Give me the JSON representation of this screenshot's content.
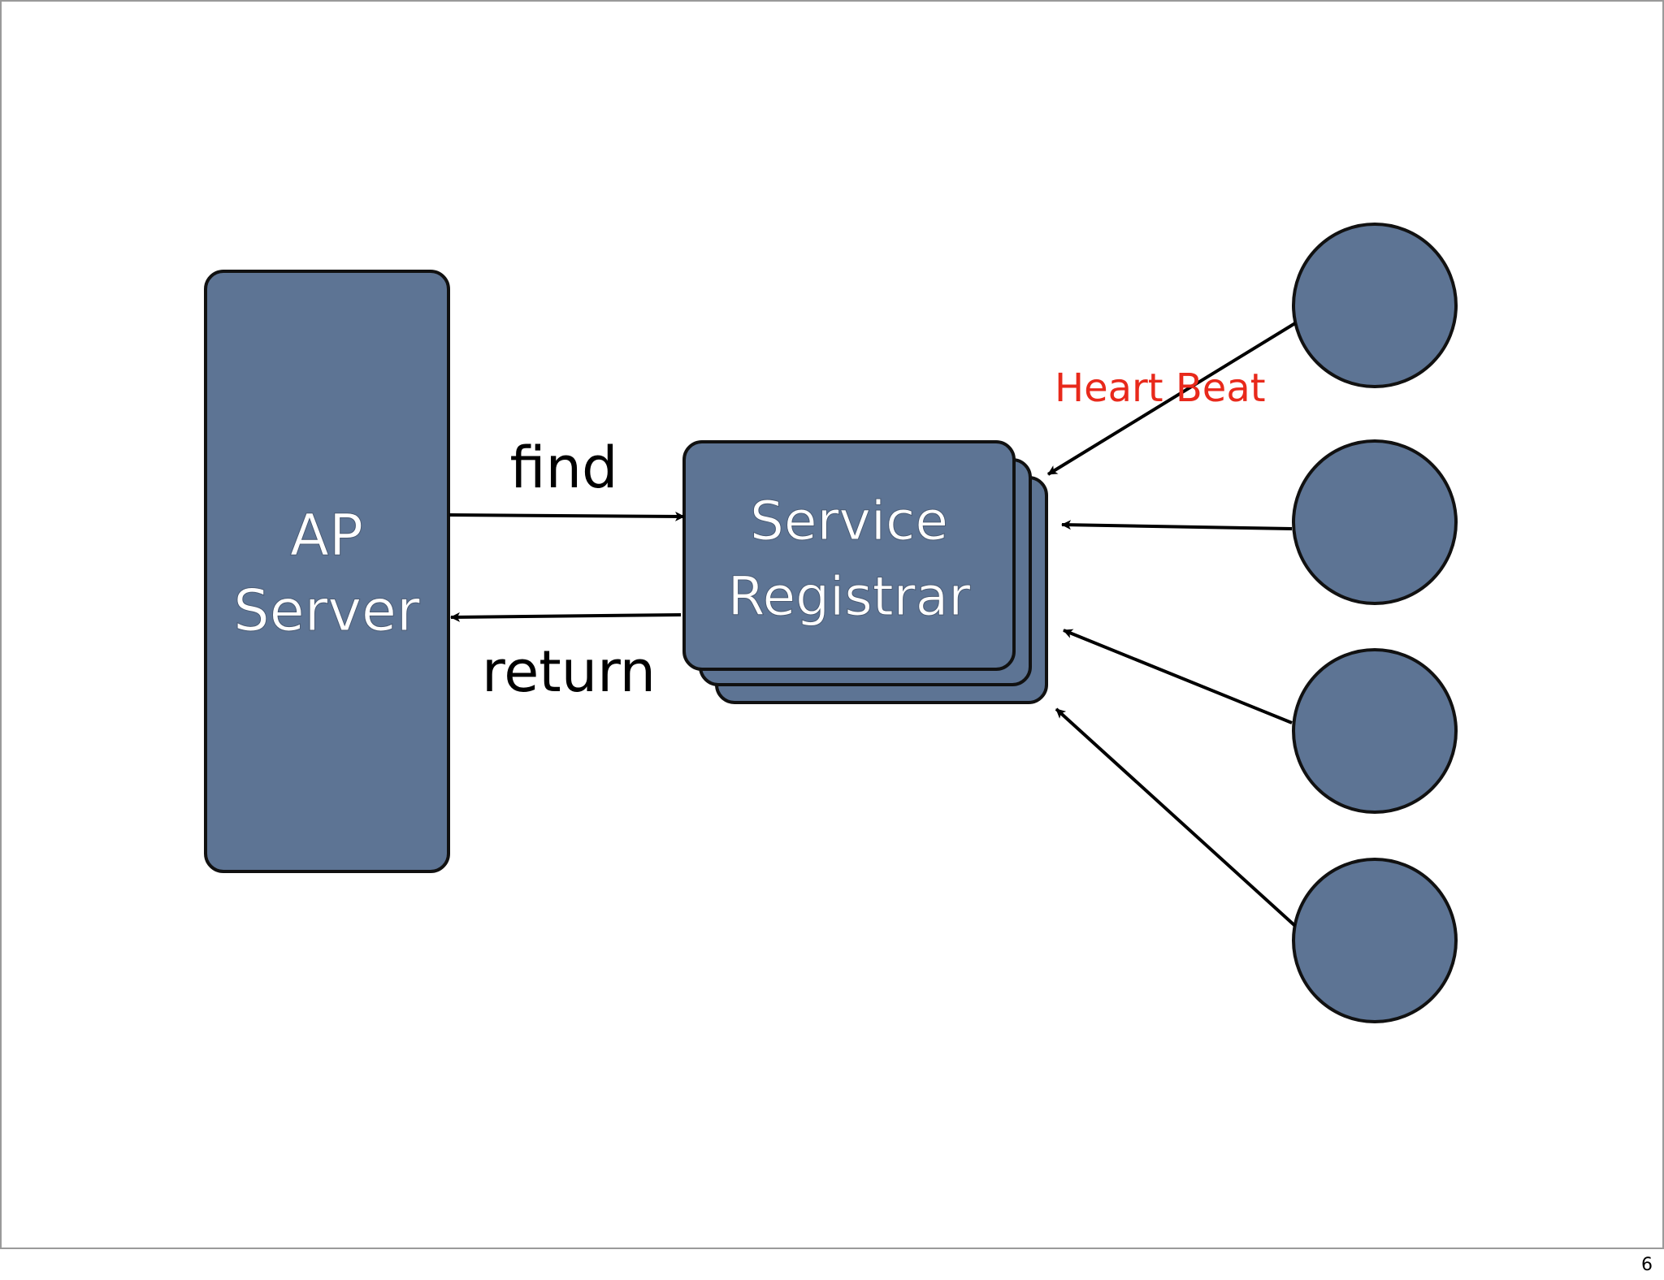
{
  "diagram": {
    "nodes": {
      "ap_server": {
        "line1": "AP",
        "line2": "Server"
      },
      "registrar": {
        "line1": "Service",
        "line2": "Registrar"
      },
      "services": [
        "",
        "",
        "",
        ""
      ]
    },
    "edges": {
      "find": "find",
      "return": "return",
      "heartbeat": "Heart Beat"
    }
  },
  "page_number": "6",
  "colors": {
    "node_fill": "#5d7494",
    "node_stroke": "#111111",
    "node_label": "#ffffff",
    "heartbeat_label": "#e8291b",
    "arrow": "#000000",
    "frame": "#9a9a9a"
  }
}
